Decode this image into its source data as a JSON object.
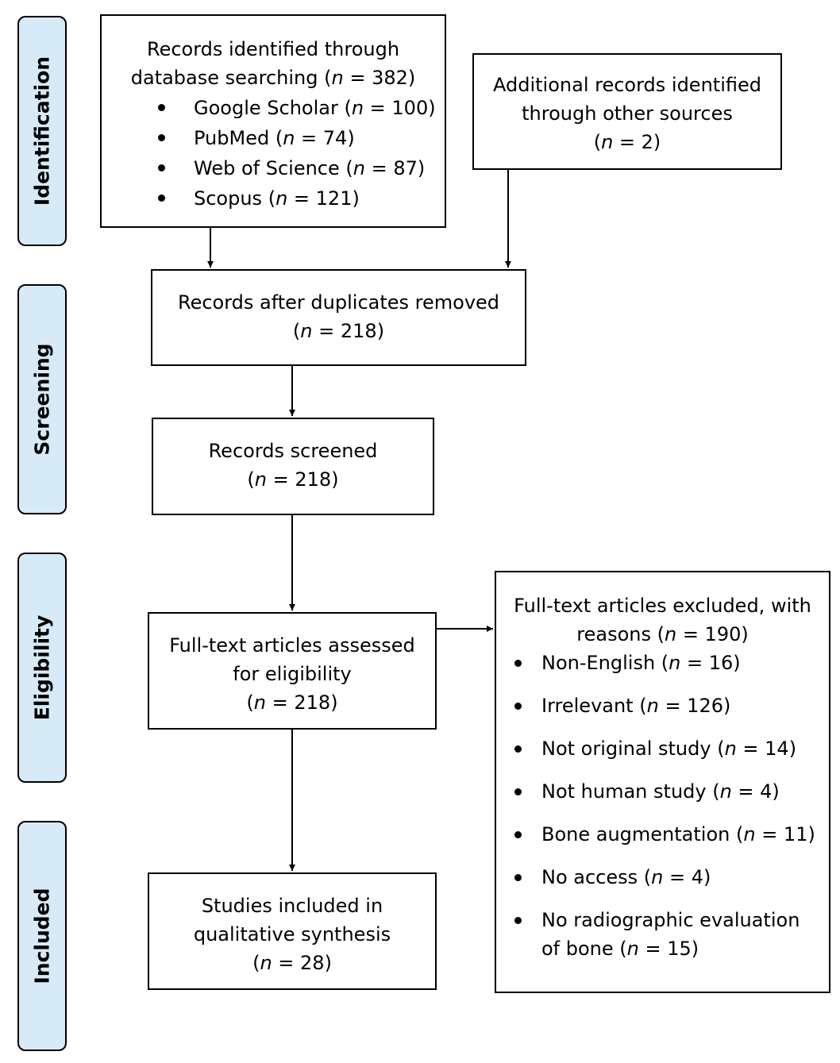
{
  "stages": [
    {
      "label": "Identification"
    },
    {
      "label": "Screening"
    },
    {
      "label": "Eligibility"
    },
    {
      "label": "Included"
    }
  ],
  "boxes": {
    "database": {
      "lines": [
        "Records identified through"
      ],
      "count_line": {
        "prefix": "database searching (",
        "n": "n",
        "suffix": " = 382)"
      },
      "items": [
        {
          "prefix": "Google Scholar (",
          "n": "n",
          "suffix": " = 100)"
        },
        {
          "prefix": "PubMed (",
          "n": "n",
          "suffix": " = 74)"
        },
        {
          "prefix": "Web of Science (",
          "n": "n",
          "suffix": " = 87)"
        },
        {
          "prefix": "Scopus (",
          "n": "n",
          "suffix": " = 121)"
        }
      ]
    },
    "other_sources": {
      "lines": [
        "Additional records identified",
        "through other sources"
      ],
      "count_line": {
        "prefix": "(",
        "n": "n",
        "suffix": " = 2)"
      }
    },
    "duplicates": {
      "lines": [
        "Records after duplicates removed"
      ],
      "count_line": {
        "prefix": "(",
        "n": "n",
        "suffix": " = 218)"
      }
    },
    "screened": {
      "lines": [
        "Records screened"
      ],
      "count_line": {
        "prefix": "(",
        "n": "n",
        "suffix": " = 218)"
      }
    },
    "eligibility": {
      "lines": [
        "Full-text articles assessed",
        "for eligibility"
      ],
      "count_line": {
        "prefix": "(",
        "n": "n",
        "suffix": " = 218)"
      }
    },
    "excluded": {
      "lines": [
        "Full-text articles excluded, with"
      ],
      "count_line": {
        "prefix": "reasons (",
        "n": "n",
        "suffix": " = 190)"
      },
      "items": [
        {
          "prefix": "Non-English (",
          "n": "n",
          "suffix": " = 16)"
        },
        {
          "prefix": "Irrelevant (",
          "n": "n",
          "suffix": " = 126)"
        },
        {
          "prefix": "Not original study (",
          "n": "n",
          "suffix": " = 14)"
        },
        {
          "prefix": "Not human study (",
          "n": "n",
          "suffix": " = 4)"
        },
        {
          "prefix": "Bone augmentation (",
          "n": "n",
          "suffix": " = 11)"
        },
        {
          "prefix": "No access (",
          "n": "n",
          "suffix": " = 4)"
        },
        {
          "prefix": "No radiographic evaluation",
          "line2_prefix": "of bone (",
          "n": "n",
          "suffix": " = 15)"
        }
      ]
    },
    "included": {
      "lines": [
        "Studies included in",
        "qualitative synthesis"
      ],
      "count_line": {
        "prefix": "(",
        "n": "n",
        "suffix": " = 28)"
      }
    }
  },
  "colors": {
    "stage_fill": "#d6eaf8",
    "stroke": "#000000",
    "box_fill": "#ffffff"
  }
}
